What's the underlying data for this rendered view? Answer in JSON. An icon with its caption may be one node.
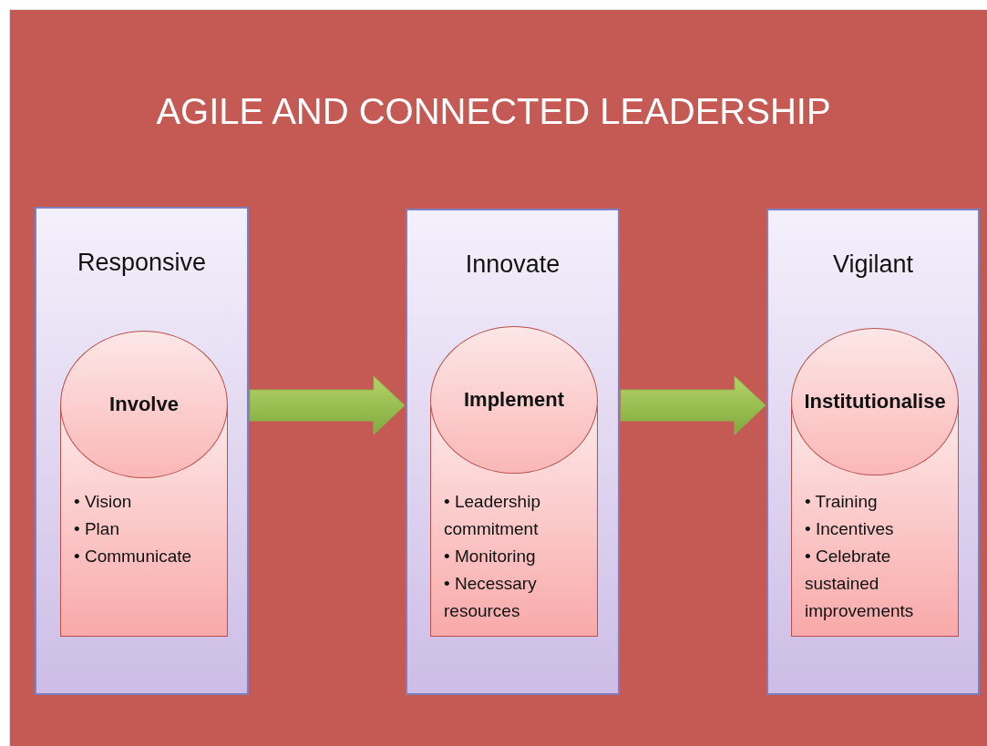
{
  "diagram": {
    "title": "AGILE AND CONNECTED LEADERSHIP",
    "nodes": [
      {
        "text": [
          "Responsive"
        ]
      },
      {
        "text": [
          "Involve"
        ],
        "in": 0
      },
      {
        "text": [
          "• Vision",
          "• Plan",
          "• Communicate"
        ],
        "in": 0
      },
      {
        "text": [
          "Innovate"
        ]
      },
      {
        "text": [
          "Implement"
        ],
        "in": 3
      },
      {
        "text": [
          "• Leadership commitment",
          "• Monitoring",
          "• Necessary resources"
        ],
        "in": 3
      },
      {
        "text": [
          "Vigilant"
        ]
      },
      {
        "text": [
          "Institutionalise"
        ],
        "in": 6
      },
      {
        "text": [
          "• Training",
          "• Incentives",
          "• Celebrate sustained improvements"
        ],
        "in": 6
      }
    ],
    "edges": [
      {
        "from": 0,
        "to": 3,
        "arrow": "to"
      },
      {
        "from": 3,
        "to": 6,
        "arrow": "to"
      }
    ]
  }
}
